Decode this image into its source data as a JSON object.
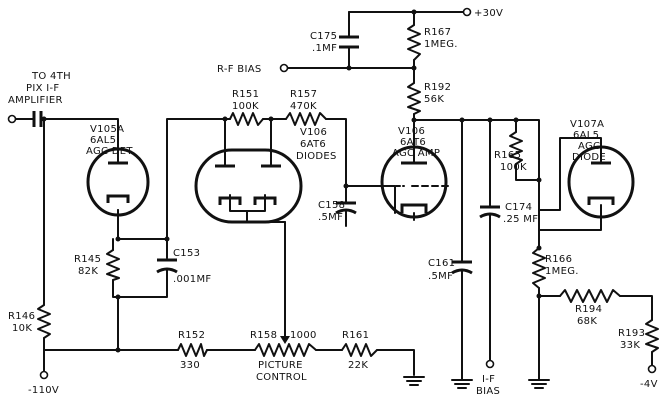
{
  "labels": {
    "in_label_1": "TO 4TH",
    "in_label_2": "PIX I-F",
    "in_label_3": "AMPLIFIER",
    "v105a_name": "V105A",
    "v105a_type": "6AL5",
    "v105a_func": "AGC DET",
    "r151_name": "R151",
    "r151_val": "100K",
    "r157_name": "R157",
    "r157_val": "470K",
    "v106d_name": "V106",
    "v106d_type": "6AT6",
    "v106d_func": "DIODES",
    "c175_name": "C175",
    "c175_val": ".1MF",
    "rf_bias": "R-F BIAS",
    "r167_name": "R167",
    "r167_val": "1MEG.",
    "r192_name": "R192",
    "r192_val": "56K",
    "plus30": "+30V",
    "v106a_name": "V106",
    "v106a_type": "6AT6",
    "v106a_func": "AGC AMP",
    "v107a_name": "V107A",
    "v107a_type": "6AL5",
    "v107a_func1": "AGC",
    "v107a_func2": "DIODE",
    "r165_name": "R165",
    "r165_val": "100K",
    "c174_name": "C174",
    "c174_val": ".25 MF",
    "c158_name": "C158",
    "c158_val": ".5MF",
    "c161_name": "C161",
    "c161_val": ".5MF",
    "r166_name": "R166",
    "r166_val": "1MEG.",
    "r194_name": "R194",
    "r194_val": "68K",
    "r193_name": "R193",
    "r193_val": "33K",
    "r145_name": "R145",
    "r145_val": "82K",
    "c153_name": "C153",
    "c153_val": ".001MF",
    "r146_name": "R146",
    "r146_val": "10K",
    "r152_name": "R152",
    "r152_val": "330",
    "r158_name": "R158",
    "r158_val": "1000",
    "picture_1": "PICTURE",
    "picture_2": "CONTROL",
    "r161_name": "R161",
    "r161_val": "22K",
    "minus110": "-110V",
    "if_bias_1": "I-F",
    "if_bias_2": "BIAS",
    "minus4": "-4V"
  }
}
